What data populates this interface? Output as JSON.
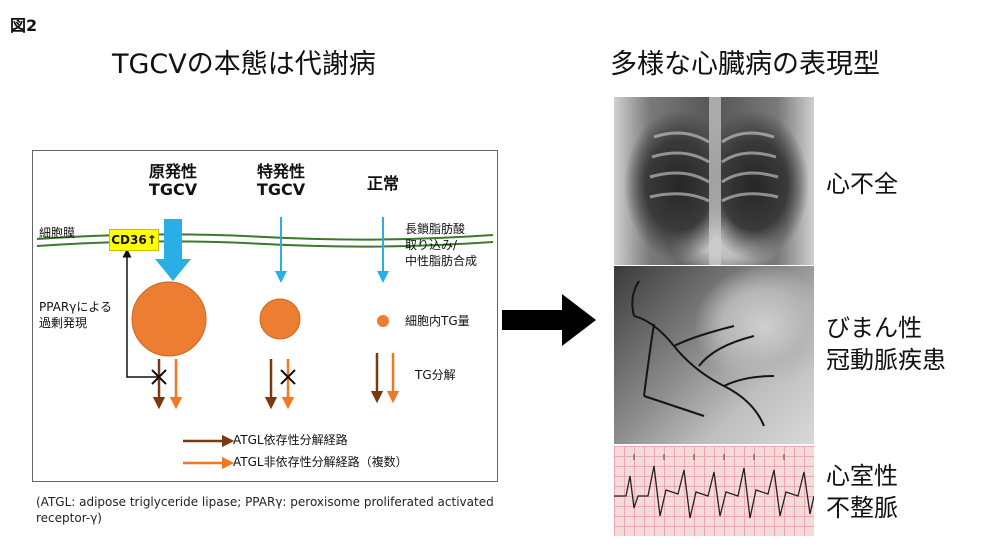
{
  "figure_label": "図2",
  "left_heading": "TGCVの本態は代謝病",
  "right_heading": "多様な心臓病の表現型",
  "columns": {
    "primary": "原発性\nTGCV",
    "idiopathic": "特発性\nTGCV",
    "normal": "正常"
  },
  "labels": {
    "cell_membrane": "細胞膜",
    "cd36": "CD36↑",
    "ppar": "PPARγによる\n過剰発現",
    "fatty_acid_uptake": "長鎖脂肪酸\n取り込み/\n中性脂肪合成",
    "intracellular_tg": "細胞内TG量",
    "tg_breakdown": "TG分解"
  },
  "legend": [
    {
      "label": "ATGL依存性分解経路",
      "color": "#7a3a10"
    },
    {
      "label": "ATGL非依存性分解経路（複数）",
      "color": "#f07820"
    }
  ],
  "footnote": "(ATGL:  adipose triglyceride lipase;  PPARγ:  peroxisome proliferated activated receptor-γ)",
  "phenotypes": [
    {
      "label": "心不全"
    },
    {
      "label": "びまん性\n冠動脈疾患"
    },
    {
      "label": "心室性\n不整脈"
    }
  ],
  "colors": {
    "membrane": "#3a7a2a",
    "uptake_arrow": "#2aaee6",
    "droplet": "#ed7d31",
    "atgl_dependent": "#7a3a10",
    "atgl_independent": "#f07820",
    "cd36_box": "#ffff00"
  }
}
